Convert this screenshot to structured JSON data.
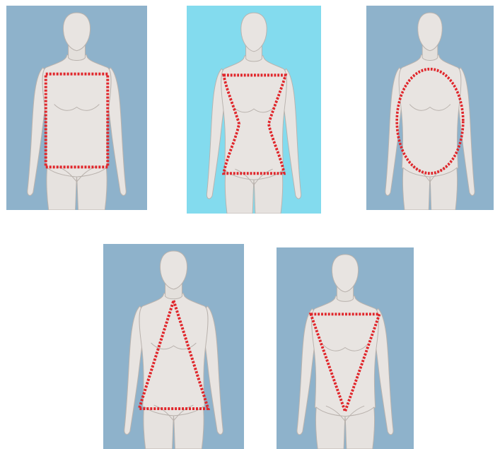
{
  "colors": {
    "panel_default": "#8eb2cb",
    "panel_highlight": "#83dbee",
    "body_fill": "#e8e4e1",
    "body_stroke": "#b9b2ad",
    "outline_red": "#e0262b"
  },
  "cards": [
    {
      "shape": "rectangle",
      "highlighted": false
    },
    {
      "shape": "hourglass",
      "highlighted": true
    },
    {
      "shape": "oval",
      "highlighted": false
    },
    {
      "shape": "triangle",
      "highlighted": false
    },
    {
      "shape": "inverted-triangle",
      "highlighted": false
    }
  ]
}
